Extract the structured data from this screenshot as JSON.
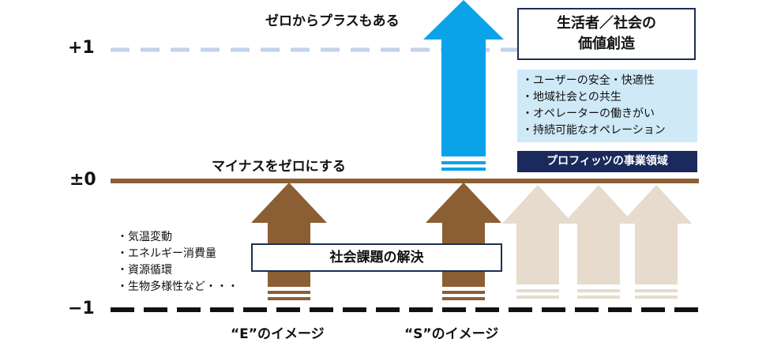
{
  "axis": {
    "plus_one": "+1",
    "zero": "±0",
    "minus_one": "−1"
  },
  "captions": {
    "zero_to_plus": "ゼロからプラスもある",
    "minus_to_zero": "マイナスをゼロにする",
    "e_image": "“E”のイメージ",
    "s_image": "“S”のイメージ"
  },
  "value_creation": {
    "line1": "生活者／社会の",
    "line2": "価値創造"
  },
  "value_items": [
    "・ユーザーの安全・快適性",
    "・地域社会との共生",
    "・オペレーターの働きがい",
    "・持続可能なオペレーション"
  ],
  "profit_domain": "プロフィッツの事業領域",
  "social_issue": "社会課題の解決",
  "env_items": [
    "・気温変動",
    "・エネルギー消費量",
    "・資源循環",
    "・生物多様性など・・・"
  ],
  "colors": {
    "brown": "#8b5e34",
    "beige": "#e6dbcd",
    "blue": "#0aa3ea",
    "navy": "#1b2a5c",
    "dash_blue": "#c2d2ea",
    "list_bg": "#cfe9f7"
  }
}
